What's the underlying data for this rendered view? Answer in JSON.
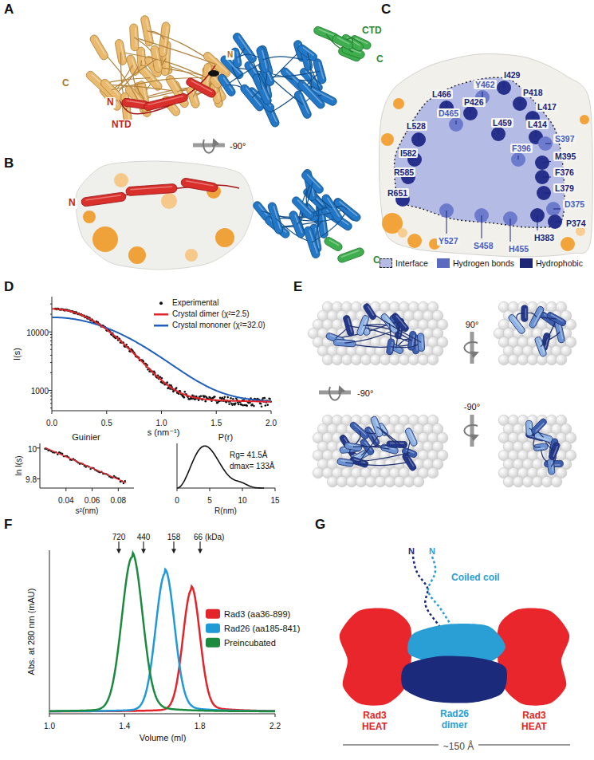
{
  "diagram": {
    "nodes": [
      {
        "text": [
          "Rad3 HEAT"
        ]
      },
      {
        "text": [
          "Rad26 dimer"
        ]
      },
      {
        "text": [
          "Rad3 HEAT"
        ]
      }
    ],
    "labels": [
      "A",
      "C",
      "N",
      "NTD",
      "N",
      "CTD",
      "C",
      "-90°",
      "B",
      "N",
      "C",
      "C",
      "I429",
      "Y462",
      "L466",
      "P418",
      "P426",
      "D465",
      "L417",
      "L528",
      "L459",
      "L414",
      "S397",
      "F396",
      "I582",
      "M395",
      "R585",
      "F376",
      "L379",
      "R651",
      "D375",
      "P374",
      "H383",
      "Y527",
      "S458",
      "H455",
      "D",
      "I(s)",
      "10000",
      "1000",
      "0.0",
      "0.5",
      "1.0",
      "1.5",
      "2.0",
      "s (nm⁻¹)",
      "Guinier",
      "ln I(s)",
      "10",
      "9.8",
      "0.04",
      "0.06",
      "0.08",
      "s²(nm)",
      "P(r)",
      "Rg= 41.5Å",
      "dmax= 133Å",
      "0",
      "5",
      "10",
      "15",
      "R(nm)",
      "E",
      "-90°",
      "90°",
      "-90°",
      "F",
      "720",
      "440",
      "158",
      "66 (kDa)",
      "Abs. at 280 nm (mAU)",
      "1.0",
      "1.4",
      "1.8",
      "2.2",
      "Volume (ml)",
      "G",
      "N",
      "N",
      "Coiled coil",
      "~150 Å"
    ],
    "legend": [
      {
        "text": "Experimental"
      },
      {
        "text": "Crystal dimer (χ²=2.5)"
      },
      {
        "text": "Crystal mononer (χ²=32.0)"
      },
      {
        "text": "Interface",
        "color": "#b4bce6"
      },
      {
        "text": "Hydrogen bonds",
        "color": "#5b6bbf"
      },
      {
        "text": "Hydrophobic",
        "color": "#1c2675"
      },
      {
        "text": "Rad3 (aa36-899)",
        "color": "#e3242b"
      },
      {
        "text": "Rad26 (aa185-841)",
        "color": "#1f9ad6"
      },
      {
        "text": "Preincubated",
        "color": "#1b8a3e"
      }
    ]
  }
}
